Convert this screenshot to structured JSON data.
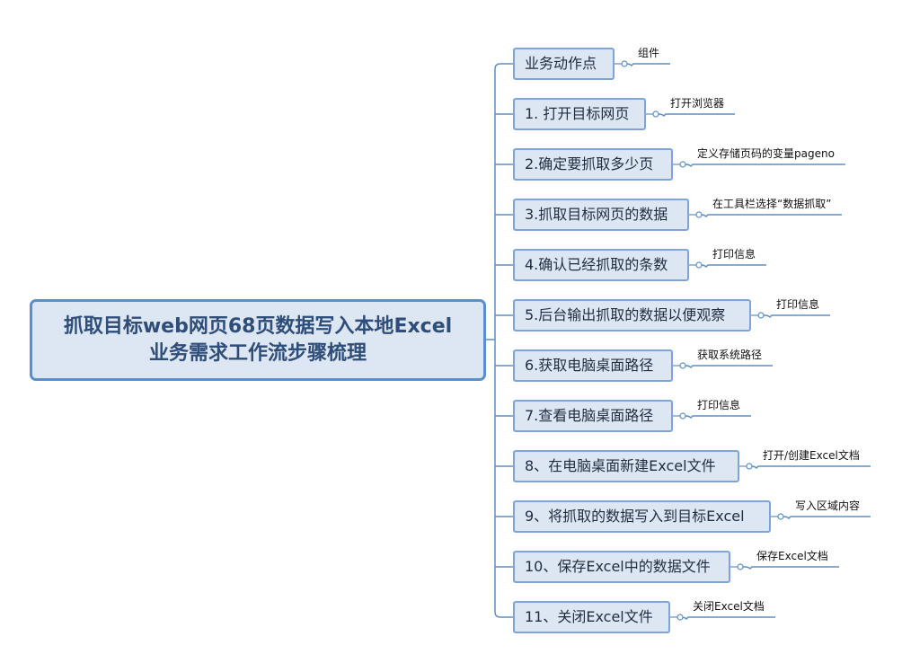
{
  "root": {
    "line1": "抓取目标web网页68页数据写入本地Excel",
    "line2": "业务需求工作流步骤梳理"
  },
  "branches": [
    {
      "label": "业务动作点",
      "note": "组件"
    },
    {
      "label": "1. 打开目标网页",
      "note": "打开浏览器"
    },
    {
      "label": "2.确定要抓取多少页",
      "note": "定义存储页码的变量pageno"
    },
    {
      "label": "3.抓取目标网页的数据",
      "note": "在工具栏选择“数据抓取”"
    },
    {
      "label": "4.确认已经抓取的条数",
      "note": "打印信息"
    },
    {
      "label": "5.后台输出抓取的数据以便观察",
      "note": "打印信息"
    },
    {
      "label": "6.获取电脑桌面路径",
      "note": "获取系统路径"
    },
    {
      "label": "7.查看电脑桌面路径",
      "note": "打印信息"
    },
    {
      "label": "8、在电脑桌面新建Excel文件",
      "note": "打开/创建Excel文档"
    },
    {
      "label": "9、将抓取的数据写入到目标Excel",
      "note": "写入区域内容"
    },
    {
      "label": "10、保存Excel中的数据文件",
      "note": "保存Excel文档"
    },
    {
      "label": "11、关闭Excel文件",
      "note": "关闭Excel文档"
    }
  ]
}
